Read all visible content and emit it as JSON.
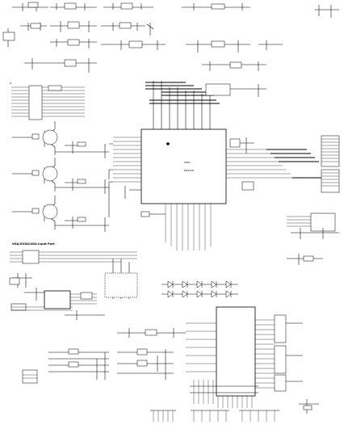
{
  "labels": {
    "section_title": "VGA/SVGA/XGA Input Port",
    "mcu_ref": "U601",
    "mcu_part": "PW1230",
    "left_table_header": "J2"
  },
  "colors": {
    "ink": "#000000",
    "background": "#ffffff"
  }
}
